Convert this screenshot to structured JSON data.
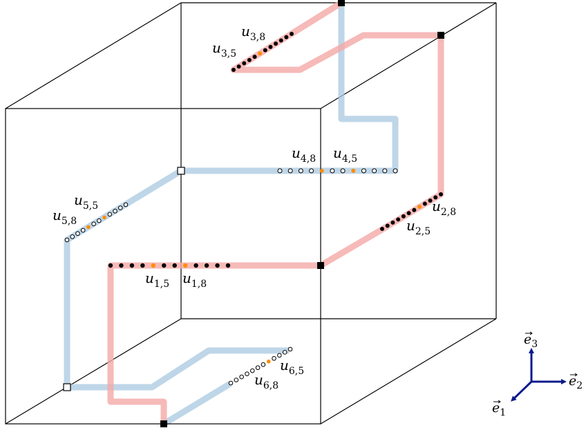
{
  "labels": [
    {
      "base": "u",
      "sub": "3,8"
    },
    {
      "base": "u",
      "sub": "3,5"
    },
    {
      "base": "u",
      "sub": "4,8"
    },
    {
      "base": "u",
      "sub": "4,5"
    },
    {
      "base": "u",
      "sub": "5,5"
    },
    {
      "base": "u",
      "sub": "5,8"
    },
    {
      "base": "u",
      "sub": "2,8"
    },
    {
      "base": "u",
      "sub": "2,5"
    },
    {
      "base": "u",
      "sub": "1,5"
    },
    {
      "base": "u",
      "sub": "1,8"
    },
    {
      "base": "u",
      "sub": "6,5"
    },
    {
      "base": "u",
      "sub": "6,8"
    }
  ],
  "axes": [
    {
      "base": "e",
      "sub": "3"
    },
    {
      "base": "e",
      "sub": "2"
    },
    {
      "base": "e",
      "sub": "1"
    }
  ],
  "colors": {
    "red_path": "#f4a9a6",
    "blue_path": "#a8c8e0",
    "highlight_dot": "#ff8c00",
    "axis_arrow": "#0a1a8c"
  }
}
